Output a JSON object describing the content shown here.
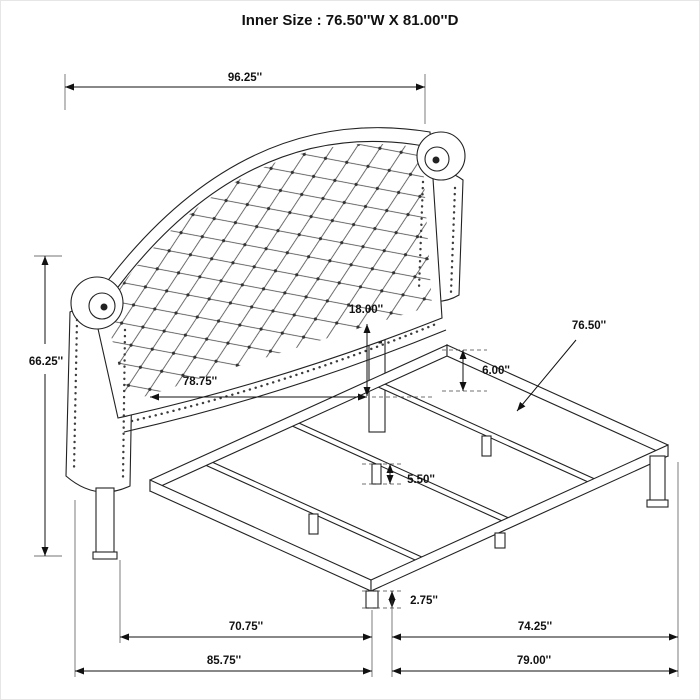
{
  "title": "Inner Size : 76.50''W X 81.00''D",
  "dims": {
    "headboard_width": "96.25''",
    "overall_height": "66.25''",
    "headboard_panel_drop": "18.00''",
    "inner_leg_span": "78.75''",
    "inner_width": "76.50''",
    "rail_height": "6.00''",
    "support_foot_height": "5.50''",
    "front_foot_height": "2.75''",
    "bottom_inner_left": "70.75''",
    "bottom_inner_right": "74.25''",
    "bottom_outer_left": "85.75''",
    "bottom_outer_right": "79.00''"
  },
  "colors": {
    "line": "#1a1a1a",
    "background": "#ffffff"
  }
}
